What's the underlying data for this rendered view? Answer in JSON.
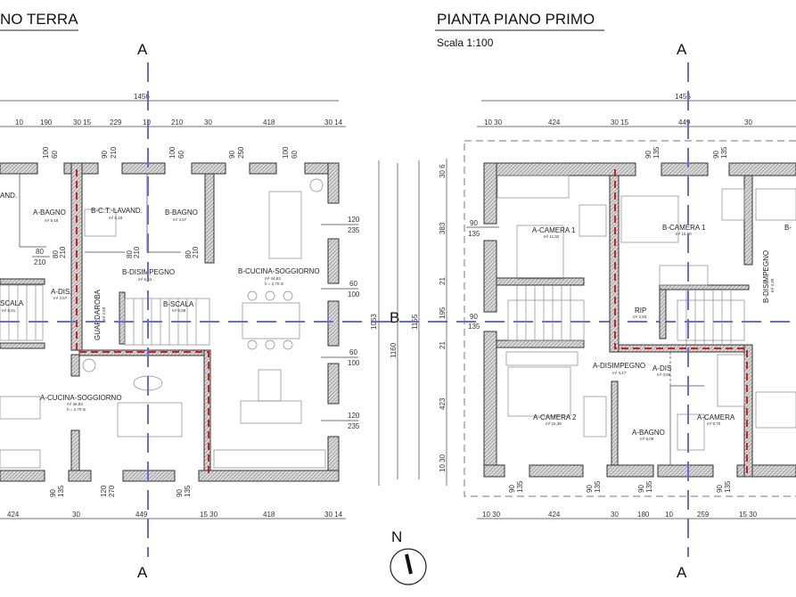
{
  "left_plan": {
    "title": "NO TERRA",
    "section_marks": [
      "A",
      "A"
    ],
    "overall_width": "1456",
    "top_dims": [
      "10",
      "190",
      "30 15",
      "229",
      "10",
      "210",
      "30",
      "418",
      "30 14"
    ],
    "top_window_dims": [
      [
        "100",
        "60"
      ],
      [
        "90",
        "210"
      ],
      [
        "100",
        "60"
      ],
      [
        "90",
        "250"
      ],
      [
        "100",
        "60"
      ]
    ],
    "side_window_dims": [
      [
        "120",
        "235"
      ],
      [
        "60",
        "100"
      ],
      [
        "60",
        "100"
      ],
      [
        "120",
        "235"
      ]
    ],
    "bottom_window_dims": [
      [
        "90",
        "135"
      ],
      [
        "120",
        "270"
      ],
      [
        "90",
        "135"
      ]
    ],
    "bottom_dims": [
      "424",
      "30",
      "449",
      "15 30",
      "418",
      "30 14"
    ],
    "door_dims": [
      [
        "80",
        "210"
      ],
      [
        "80",
        "210"
      ],
      [
        "80",
        "210"
      ],
      [
        "80",
        "210"
      ]
    ],
    "vertical_dims": [
      "1063",
      "1160",
      "1155"
    ],
    "rooms": [
      {
        "name": "AND.",
        "area": ""
      },
      {
        "name": "A-BAGNO",
        "area": "m² 5,18"
      },
      {
        "name": "B-C.T.-LAVAND.",
        "area": "m² 6,18"
      },
      {
        "name": "B-BAGNO",
        "area": "m² 3,57"
      },
      {
        "name": "B-DISIMPEGNO",
        "area": "m² 5,54"
      },
      {
        "name": "B-CUCINA-SOGGIORNO",
        "area": "m² 44,63",
        "height": "h = 2,70 m"
      },
      {
        "name": "A-DIS.",
        "area": "m² 3,67"
      },
      {
        "name": "SCALA",
        "area": "m² 6,01"
      },
      {
        "name": "GUARDAROBA",
        "area": "m² 2,69"
      },
      {
        "name": "B-SCALA",
        "area": "m² 6,08"
      },
      {
        "name": "A-CUCINA-SOGGIORNO",
        "area": "m² 36,83",
        "height": "h = 2,70 m"
      }
    ]
  },
  "section_b": "B",
  "right_plan": {
    "title": "PIANTA PIANO PRIMO",
    "scale": "Scala 1:100",
    "section_marks": [
      "A",
      "A"
    ],
    "overall_width": "1456",
    "top_dims": [
      "10 30",
      "424",
      "30 15",
      "449",
      "30"
    ],
    "top_window_dims": [
      [
        "90",
        "135"
      ],
      [
        "90",
        "135"
      ]
    ],
    "left_window_dims": [
      [
        "90",
        "135"
      ],
      [
        "90",
        "135"
      ]
    ],
    "left_dims": [
      "30 6",
      "383",
      "21",
      "195",
      "21",
      "423",
      "10 30"
    ],
    "bottom_window_dims": [
      [
        "90",
        "135"
      ],
      [
        "90",
        "135"
      ],
      [
        "90",
        "135"
      ],
      [
        "90",
        "135"
      ]
    ],
    "bottom_dims": [
      "10 30",
      "424",
      "30",
      "180",
      "10",
      "259",
      "15 30"
    ],
    "rooms": [
      {
        "name": "A-CAMERA 1",
        "area": "m² 11,82"
      },
      {
        "name": "B-CAMERA 1",
        "area": "m² 15,60"
      },
      {
        "name": "RIP",
        "area": "m² 2,83"
      },
      {
        "name": "B-DISIMPEGNO",
        "area": "m² 3,39"
      },
      {
        "name": "A-DISIMPEGNO",
        "area": "m² 3,17"
      },
      {
        "name": "A-DIS",
        "area": "m² 0,89"
      },
      {
        "name": "A-CAMERA 2",
        "area": "m² 15,39"
      },
      {
        "name": "A-BAGNO",
        "area": "m² 5,09"
      },
      {
        "name": "A-CAMERA",
        "area": "m² 9,70"
      },
      {
        "name": "B-",
        "area": ""
      }
    ]
  },
  "compass": {
    "label": "N"
  },
  "colors": {
    "axis": "#6a6ad8",
    "fire_wall": "#d21e1e",
    "wall": "#555555"
  }
}
